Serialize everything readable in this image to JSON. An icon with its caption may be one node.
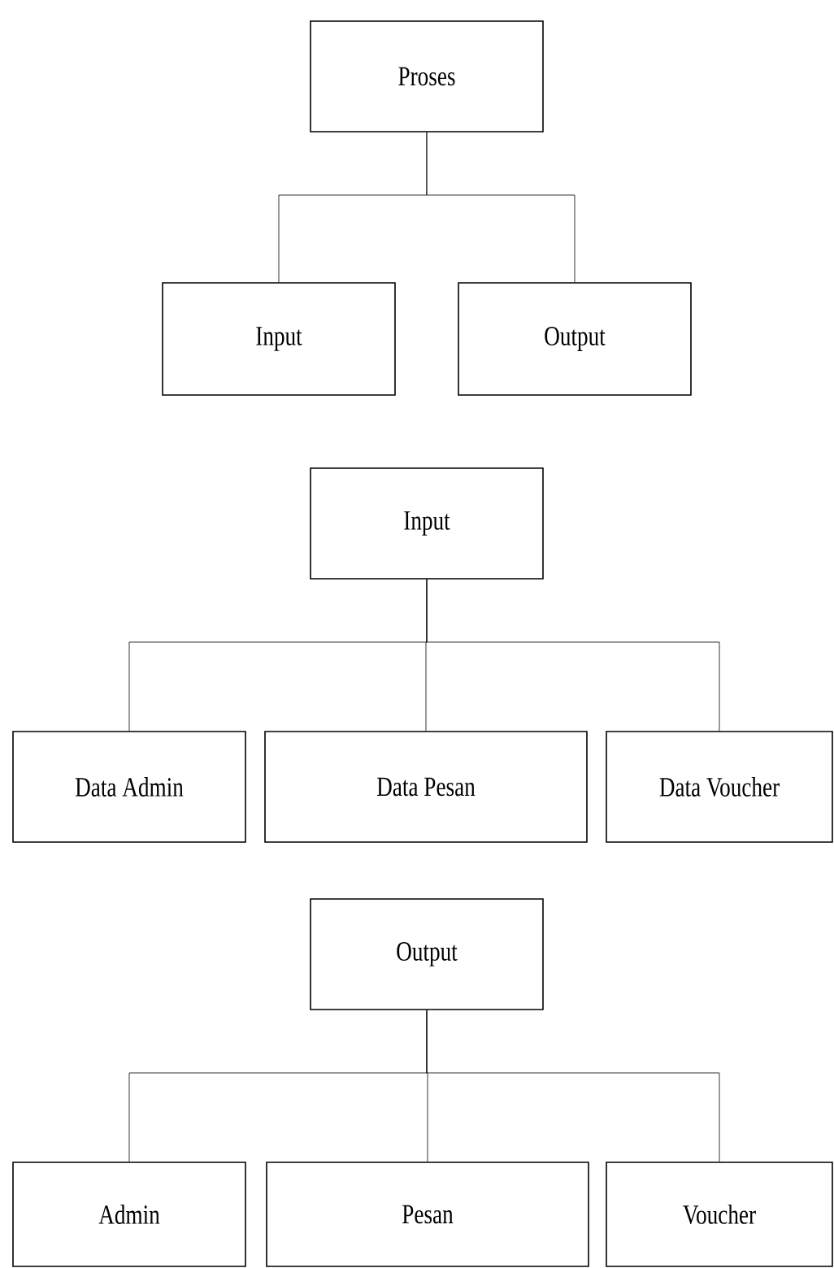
{
  "diagram": {
    "nodes": [
      {
        "text": [
          "Proses"
        ]
      },
      {
        "text": [
          "Input"
        ]
      },
      {
        "text": [
          "Output"
        ]
      },
      {
        "text": [
          "Input"
        ]
      },
      {
        "text": [
          "Data Admin"
        ]
      },
      {
        "text": [
          "Data Pesan"
        ]
      },
      {
        "text": [
          "Data Voucher"
        ]
      },
      {
        "text": [
          "Output"
        ]
      },
      {
        "text": [
          "Admin"
        ]
      },
      {
        "text": [
          "Pesan"
        ]
      },
      {
        "text": [
          "Voucher"
        ]
      }
    ],
    "edges": [
      {
        "from": 0,
        "to": 1,
        "arrow": "none"
      },
      {
        "from": 0,
        "to": 2,
        "arrow": "none"
      },
      {
        "from": 3,
        "to": 4,
        "arrow": "none"
      },
      {
        "from": 3,
        "to": 5,
        "arrow": "none"
      },
      {
        "from": 3,
        "to": 6,
        "arrow": "none"
      },
      {
        "from": 7,
        "to": 8,
        "arrow": "none"
      },
      {
        "from": 7,
        "to": 9,
        "arrow": "none"
      },
      {
        "from": 7,
        "to": 10,
        "arrow": "none"
      }
    ]
  }
}
